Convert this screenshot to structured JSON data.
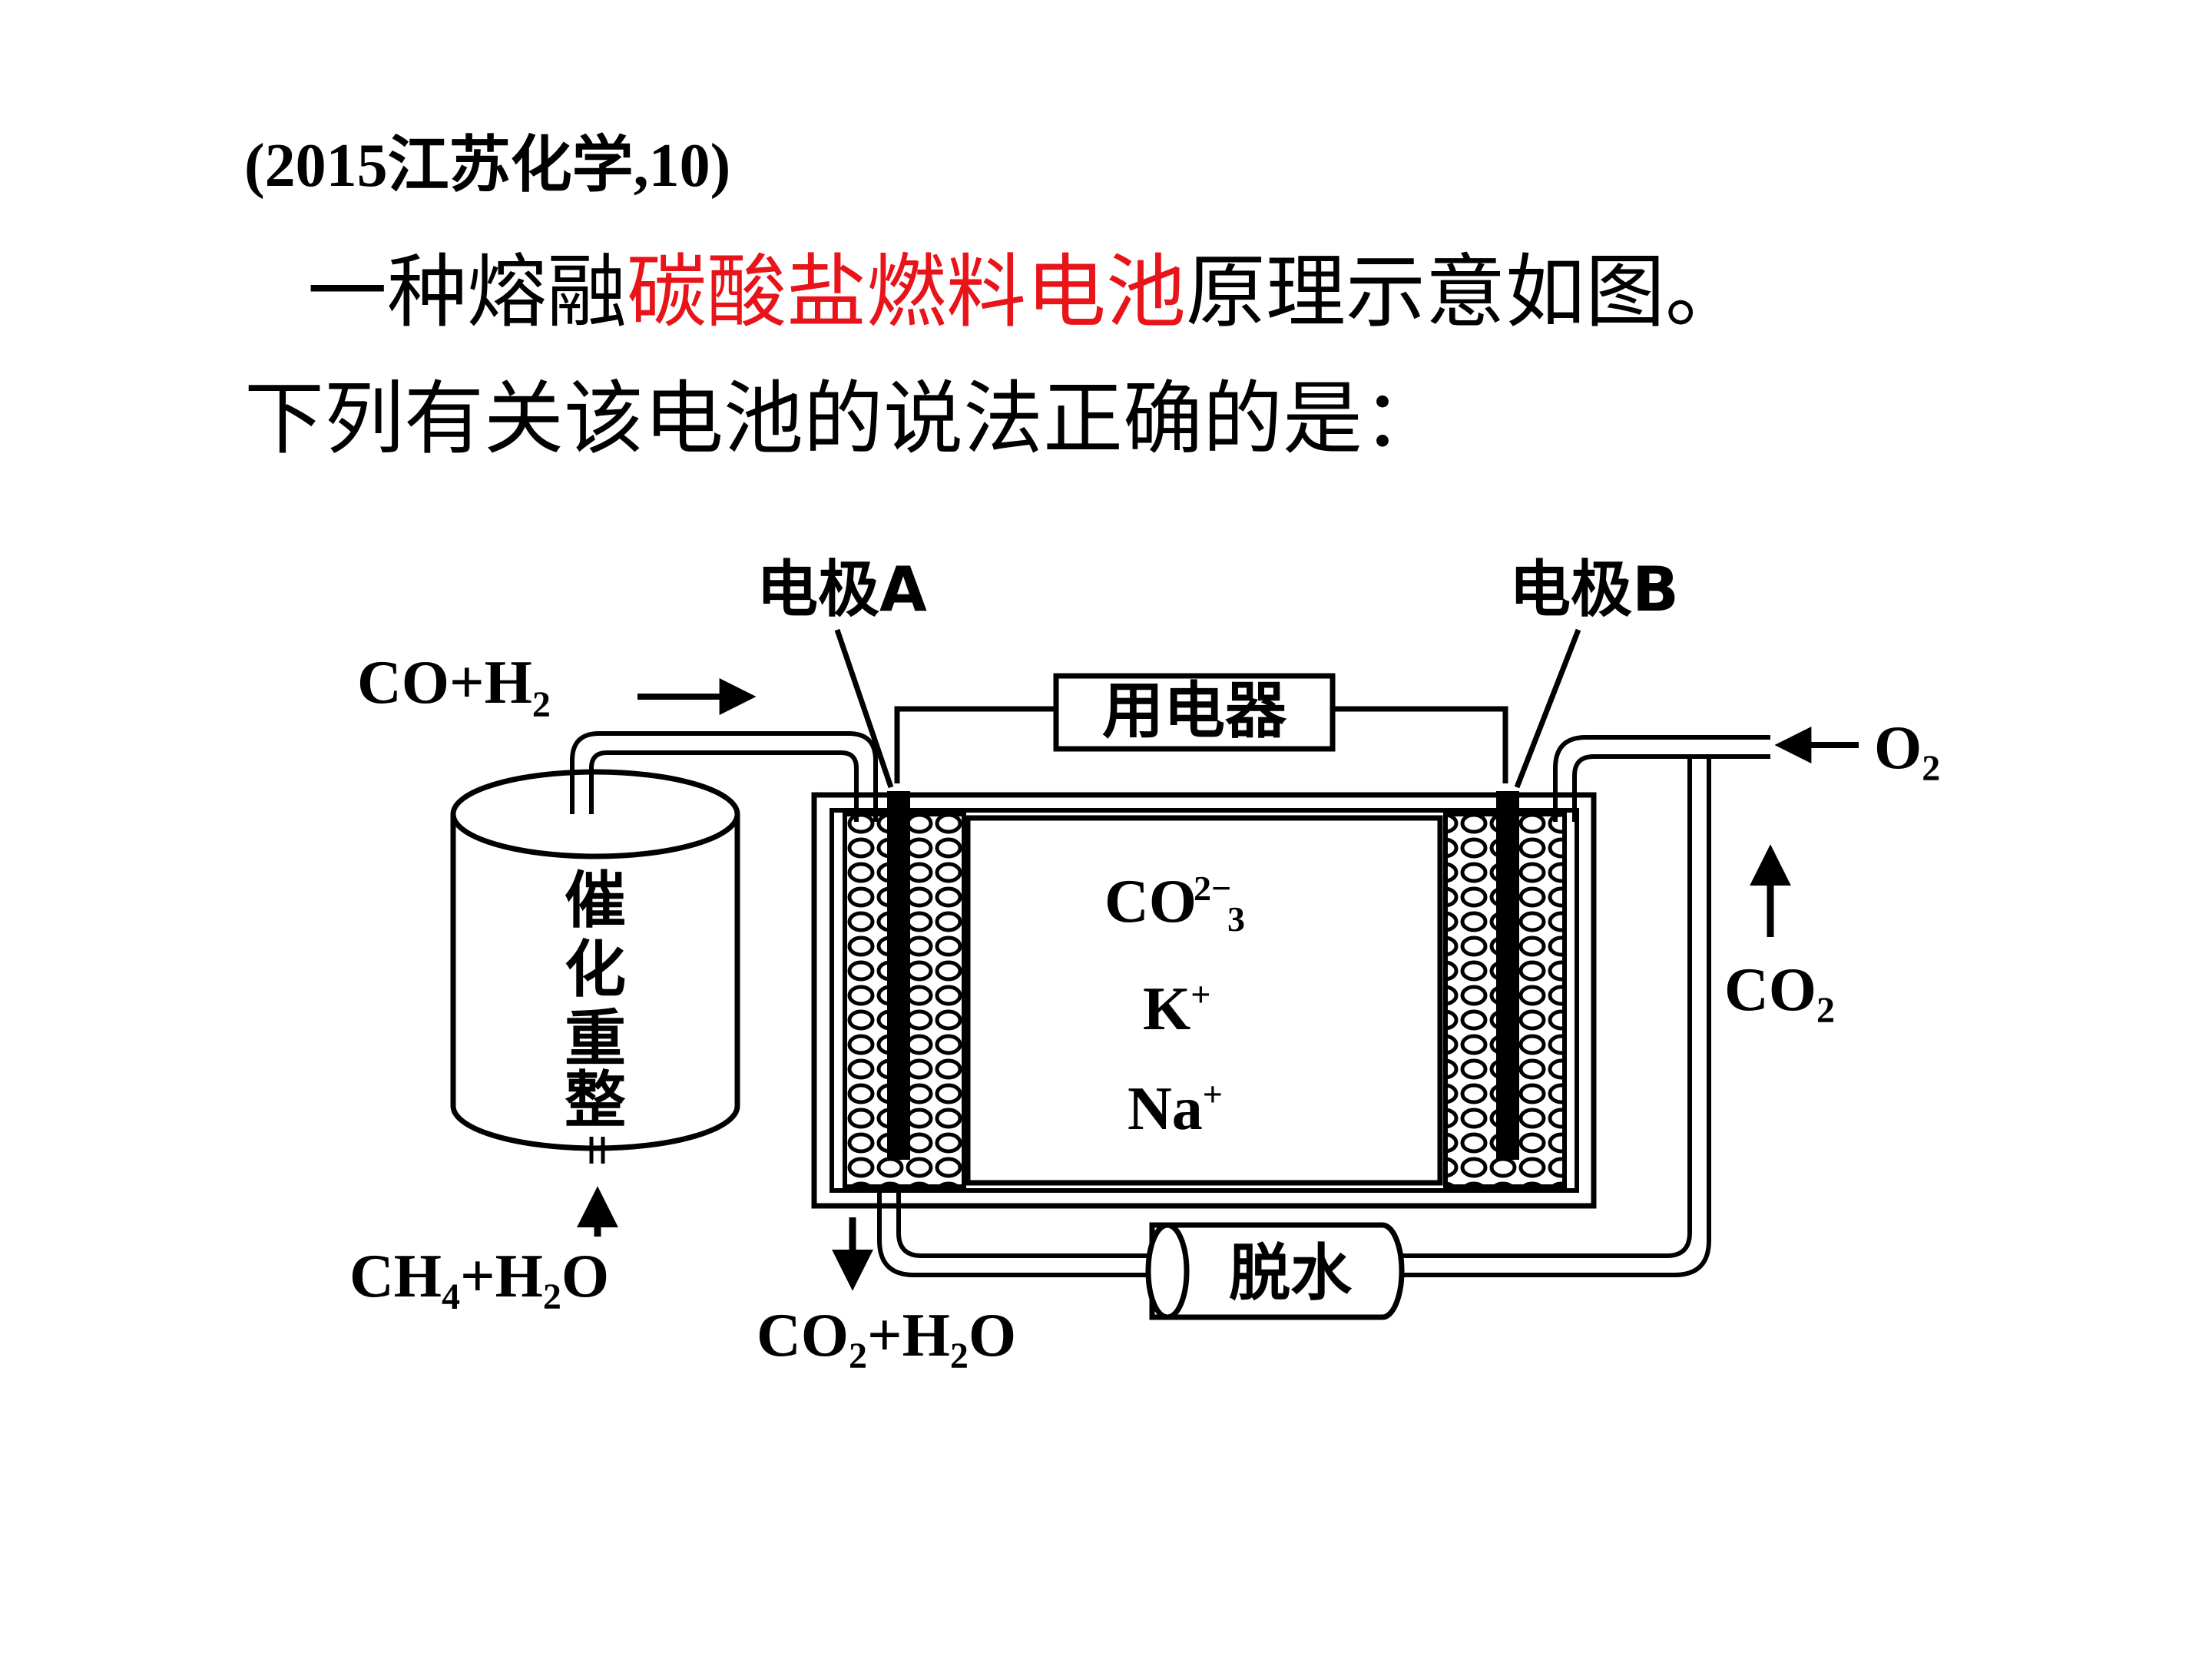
{
  "question": {
    "source": "(2015江苏化学,10)",
    "line1_pre": "一种熔融",
    "line1_highlight": "碳酸盐燃料电池",
    "line1_post": "原理示意如图。",
    "line2": "下列有关该电池的说法正确的是："
  },
  "diagram": {
    "electrode_a": "电极A",
    "electrode_b": "电极B",
    "appliance": "用电器",
    "reformer": [
      "催",
      "化",
      "重",
      "整"
    ],
    "dehydrator": "脱水",
    "co_h2": {
      "base": "CO+H",
      "sub": "2"
    },
    "o2": {
      "base": "O",
      "sub": "2"
    },
    "co2_right": {
      "base": "CO",
      "sub": "2"
    },
    "ch4_h2o": {
      "p1": "CH",
      "s1": "4",
      "p2": "+H",
      "s2": "2",
      "p3": "O"
    },
    "co2_h2o": {
      "p1": "CO",
      "s1": "2",
      "p2": "+H",
      "s2": "2",
      "p3": "O"
    },
    "carbonate": {
      "base": "CO",
      "sup": "2−",
      "sub": "3"
    },
    "potassium": {
      "base": "K",
      "sup": "+"
    },
    "sodium": {
      "base": "Na",
      "sup": "+"
    },
    "highlight_color": "#e8141a"
  }
}
